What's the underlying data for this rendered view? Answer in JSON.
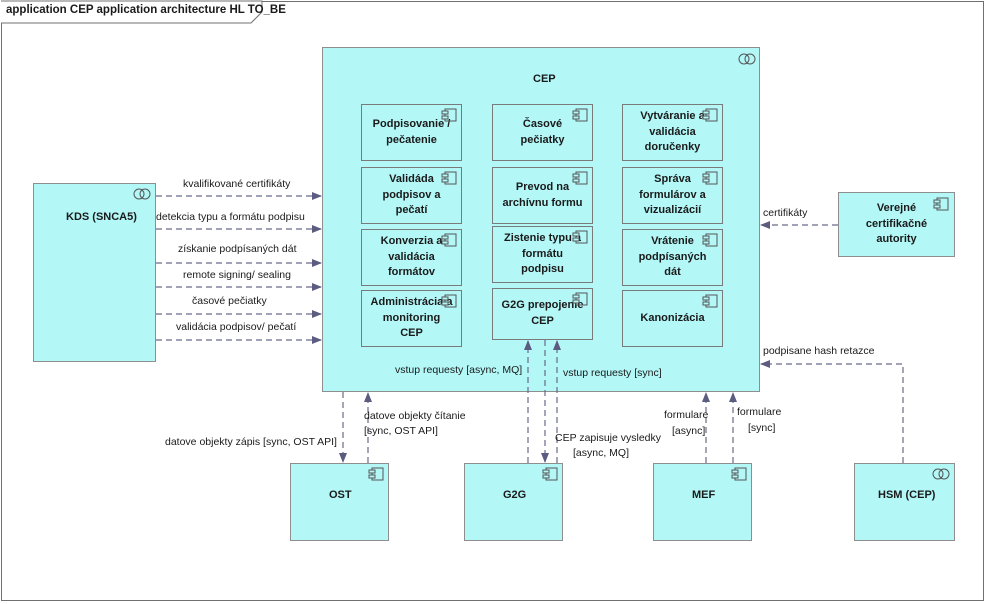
{
  "diagram": {
    "title": "application CEP application architecture HL TO_BE",
    "cep": {
      "label": "CEP",
      "components": [
        "Podpisovanie / pečatenie",
        "Časové pečiatky",
        "Vytváranie a validácia doručenky",
        "Validáda podpisov a pečatí",
        "Prevod na archívnu formu",
        "Správa formulárov a vizualizácií",
        "Konverzia a validácia formátov",
        "Zistenie typu a formátu podpisu",
        "Vrátenie podpísaných dát",
        "Administrácia a monitoring CEP",
        "G2G prepojenie CEP",
        "Kanonizácia"
      ]
    },
    "kds": {
      "label": "KDS (SNCA5)"
    },
    "verejne": {
      "label": "Verejné certifikačné autority"
    },
    "ost": {
      "label": "OST"
    },
    "g2g": {
      "label": "G2G"
    },
    "mef": {
      "label": "MEF"
    },
    "hsm": {
      "label": "HSM (CEP)"
    },
    "kds_flows": [
      "kvalifikované certifikáty",
      "detekcia typu a formátu podpisu",
      "získanie podpísaných dát",
      "remote signing/ sealing",
      "časové pečiatky",
      "validácia podpisov/ pečatí"
    ],
    "edges": {
      "certifikaty": "certifikáty",
      "hash": "podpisane hash retazce",
      "vstup_async": "vstup requesty [async, MQ]",
      "vstup_sync": "vstup requesty [sync]",
      "ost_zapis": "datove objekty zápis [sync, OST API]",
      "ost_citanie_1": "datove objekty čítanie",
      "ost_citanie_2": "[sync, OST API]",
      "cep_vysledky_1": "CEP zapisuje vysledky",
      "cep_vysledky_2": "[async, MQ]",
      "mef_async_1": "formulare",
      "mef_async_2": "[async]",
      "mef_sync_1": "formulare",
      "mef_sync_2": "[sync]"
    }
  }
}
